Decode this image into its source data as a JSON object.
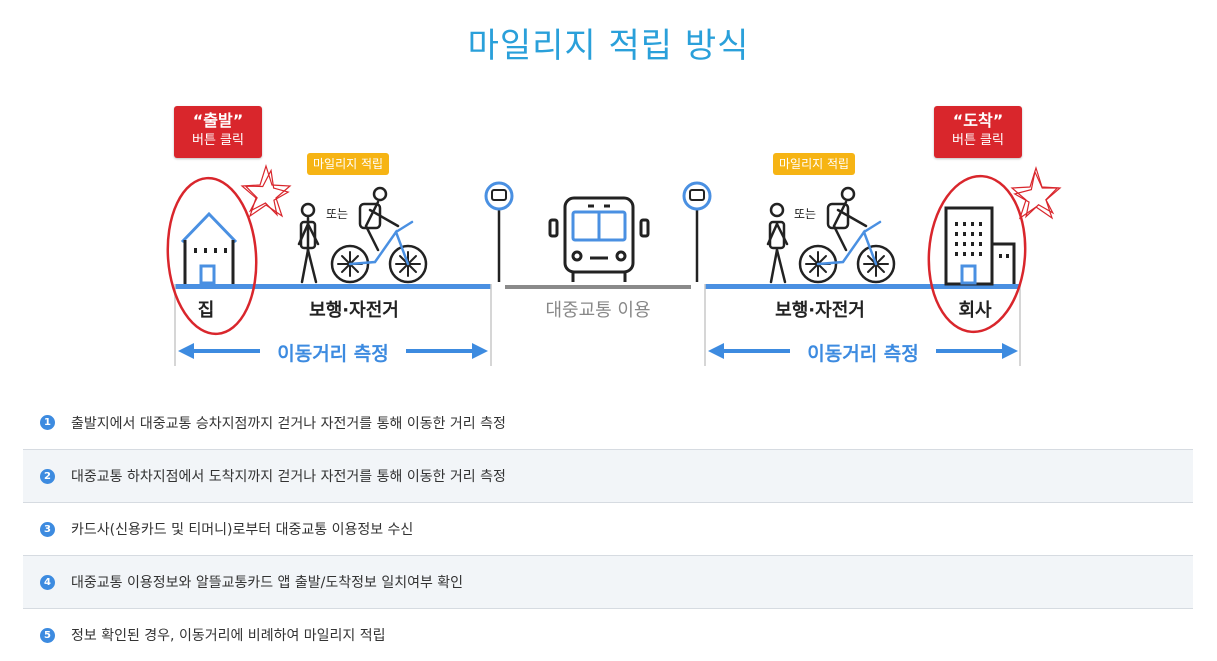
{
  "title": "마일리지 적립 방식",
  "diagram": {
    "start_badge": {
      "line1": "“출발”",
      "line2": "버튼 클릭"
    },
    "end_badge": {
      "line1": "“도착”",
      "line2": "버튼 클릭"
    },
    "mileage_badge_left": "마일리지 적립",
    "mileage_badge_right": "마일리지 적립",
    "or_left": "또는",
    "or_right": "또는",
    "home_label": "집",
    "walk_bike_left": "보행·자전거",
    "transit_label": "대중교통 이용",
    "walk_bike_right": "보행·자전거",
    "company_label": "회사",
    "measure_left": "이동거리 측정",
    "measure_right": "이동거리 측정",
    "colors": {
      "title": "#2aa0da",
      "accent_blue": "#3d8be0",
      "red": "#d9262c",
      "yellow": "#f6b414",
      "road": "#4a90e2",
      "transit_road": "#8a8a8a"
    }
  },
  "steps": [
    {
      "num": "1",
      "text": "출발지에서 대중교통 승차지점까지 걷거나 자전거를 통해 이동한 거리 측정"
    },
    {
      "num": "2",
      "text": "대중교통 하차지점에서 도착지까지 걷거나 자전거를 통해 이동한 거리 측정"
    },
    {
      "num": "3",
      "text": "카드사(신용카드 및 티머니)로부터 대중교통 이용정보 수신"
    },
    {
      "num": "4",
      "text": "대중교통 이용정보와 알뜰교통카드 앱 출발/도착정보 일치여부 확인"
    },
    {
      "num": "5",
      "text": "정보 확인된 경우, 이동거리에 비례하여 마일리지 적립"
    }
  ]
}
